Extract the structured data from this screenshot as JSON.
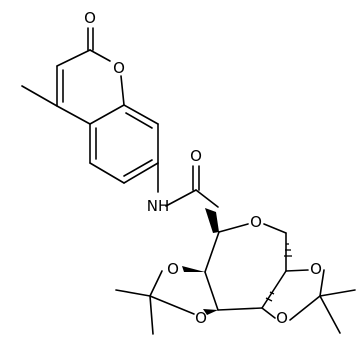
{
  "molecule": {
    "atom_labels": {
      "o_lactone_carbonyl": "O",
      "o_ring_pyranone": "O",
      "n_amide": "NH",
      "o_amide_carbonyl": "O",
      "o_pyranose_ring": "O",
      "o_dioxolane_upper_right": "O",
      "o_dioxolane_lower_right": "O",
      "o_dioxolane_upper_left": "O",
      "o_dioxolane_lower_left": "O"
    }
  }
}
